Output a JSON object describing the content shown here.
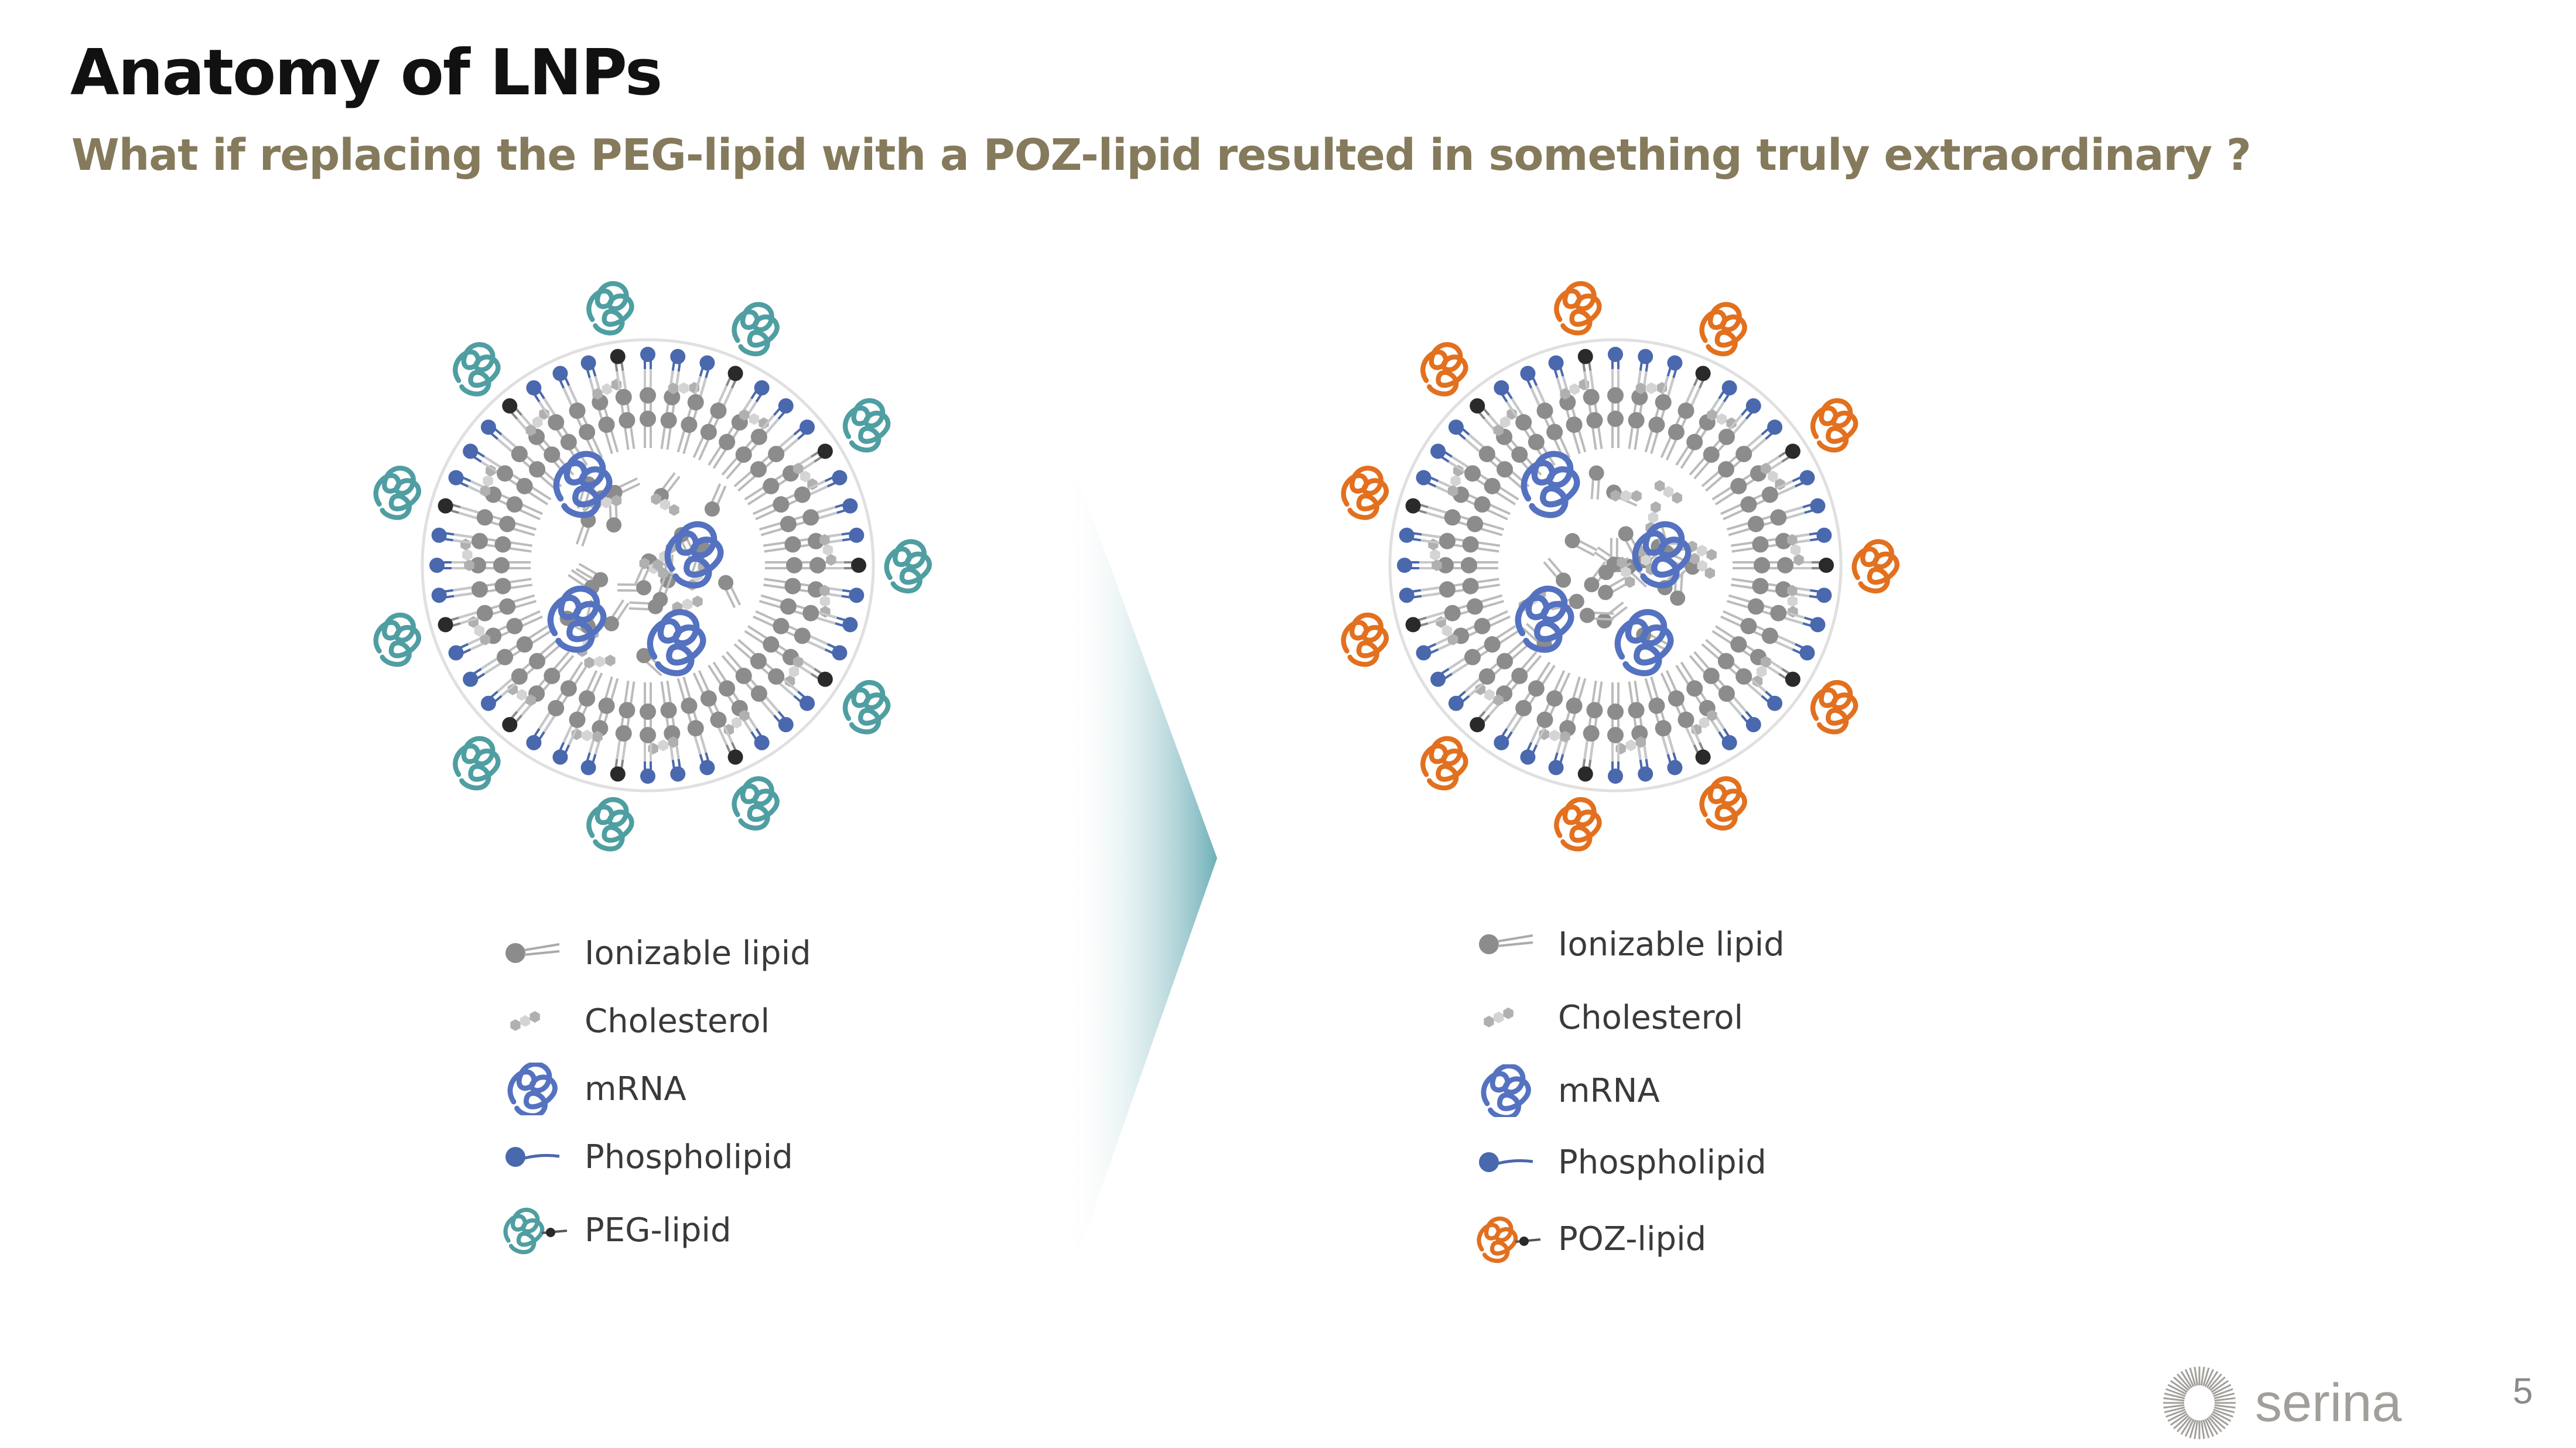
{
  "slide": {
    "title": "Anatomy of LNPs",
    "subtitle": "What if replacing the PEG-lipid with a POZ-lipid resulted in something truly extraordinary ?",
    "page_number": "5",
    "logo_text": "serina"
  },
  "colors": {
    "ionizable": "#8c8c8c",
    "cholesterol": "#c4c4c4",
    "mrna": "#5472c0",
    "phospholipid": "#4a68ad",
    "peg": "#4f9ea2",
    "poz": "#e2701e",
    "anchor": "#2a2a2a",
    "arrow": "#6fb0b8"
  },
  "left_legend": [
    {
      "icon": "ionizable-lipid-icon",
      "label": "Ionizable lipid"
    },
    {
      "icon": "cholesterol-icon",
      "label": "Cholesterol"
    },
    {
      "icon": "mrna-icon",
      "label": "mRNA"
    },
    {
      "icon": "phospholipid-icon",
      "label": "Phospholipid"
    },
    {
      "icon": "peg-lipid-icon",
      "label": "PEG-lipid"
    }
  ],
  "right_legend": [
    {
      "icon": "ionizable-lipid-icon",
      "label": "Ionizable lipid"
    },
    {
      "icon": "cholesterol-icon",
      "label": "Cholesterol"
    },
    {
      "icon": "mrna-icon",
      "label": "mRNA"
    },
    {
      "icon": "phospholipid-icon",
      "label": "Phospholipid"
    },
    {
      "icon": "poz-lipid-icon",
      "label": "POZ-lipid"
    }
  ]
}
